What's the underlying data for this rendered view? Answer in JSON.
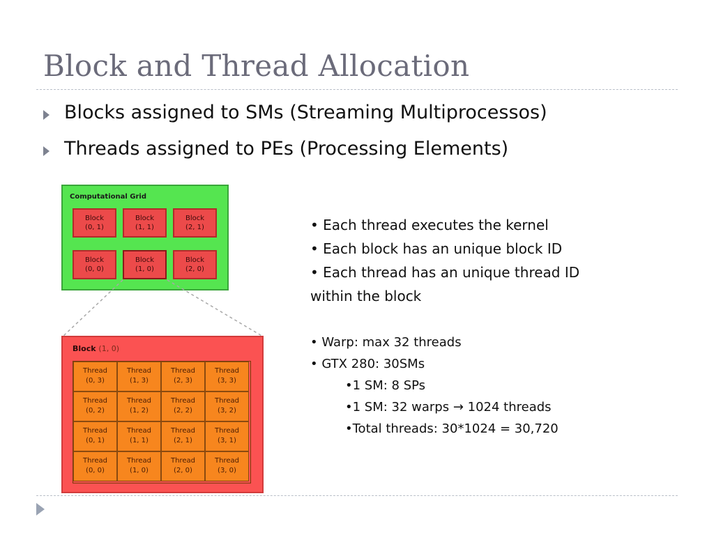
{
  "slide": {
    "title": "Block and Thread Allocation",
    "bullets": [
      "Blocks assigned to SMs (Streaming Multiprocessos)",
      "Threads assigned to PEs (Processing Elements)"
    ],
    "notes_main": [
      "• Each thread executes the kernel",
      "• Each block has an unique block ID",
      "• Each thread has an unique thread ID",
      "within the block"
    ],
    "notes_specs": [
      "• Warp: max 32 threads",
      "• GTX 280: 30SMs"
    ],
    "notes_specs_indented": [
      "•1 SM: 8 SPs",
      "•1 SM: 32 warps → 1024 threads",
      "•Total threads: 30*1024 = 30,720"
    ]
  },
  "diagram": {
    "grid_title": "Computational Grid",
    "blocks": [
      {
        "label": "Block",
        "coord": "(0, 1)"
      },
      {
        "label": "Block",
        "coord": "(1, 1)"
      },
      {
        "label": "Block",
        "coord": "(2, 1)"
      },
      {
        "label": "Block",
        "coord": "(0, 0)"
      },
      {
        "label": "Block",
        "coord": "(1, 0)"
      },
      {
        "label": "Block",
        "coord": "(2, 0)"
      }
    ],
    "block_title": "Block",
    "block_index": "(1, 0)",
    "threads": [
      {
        "label": "Thread",
        "coord": "(0, 3)"
      },
      {
        "label": "Thread",
        "coord": "(1, 3)"
      },
      {
        "label": "Thread",
        "coord": "(2, 3)"
      },
      {
        "label": "Thread",
        "coord": "(3, 3)"
      },
      {
        "label": "Thread",
        "coord": "(0, 2)"
      },
      {
        "label": "Thread",
        "coord": "(1, 2)"
      },
      {
        "label": "Thread",
        "coord": "(2, 2)"
      },
      {
        "label": "Thread",
        "coord": "(3, 2)"
      },
      {
        "label": "Thread",
        "coord": "(0, 1)"
      },
      {
        "label": "Thread",
        "coord": "(1, 1)"
      },
      {
        "label": "Thread",
        "coord": "(2, 1)"
      },
      {
        "label": "Thread",
        "coord": "(3, 1)"
      },
      {
        "label": "Thread",
        "coord": "(0, 0)"
      },
      {
        "label": "Thread",
        "coord": "(1, 0)"
      },
      {
        "label": "Thread",
        "coord": "(2, 0)"
      },
      {
        "label": "Thread",
        "coord": "(3, 0)"
      }
    ]
  },
  "colors": {
    "title": "#6b6b7a",
    "grid_bg": "#55e550",
    "block_bg": "#ec4a4a",
    "block_panel_bg": "#fb5252",
    "thread_bg": "#f7861e"
  },
  "icons": {
    "bullet": "triangle-right-icon",
    "nav": "next-slide-arrow-icon"
  }
}
